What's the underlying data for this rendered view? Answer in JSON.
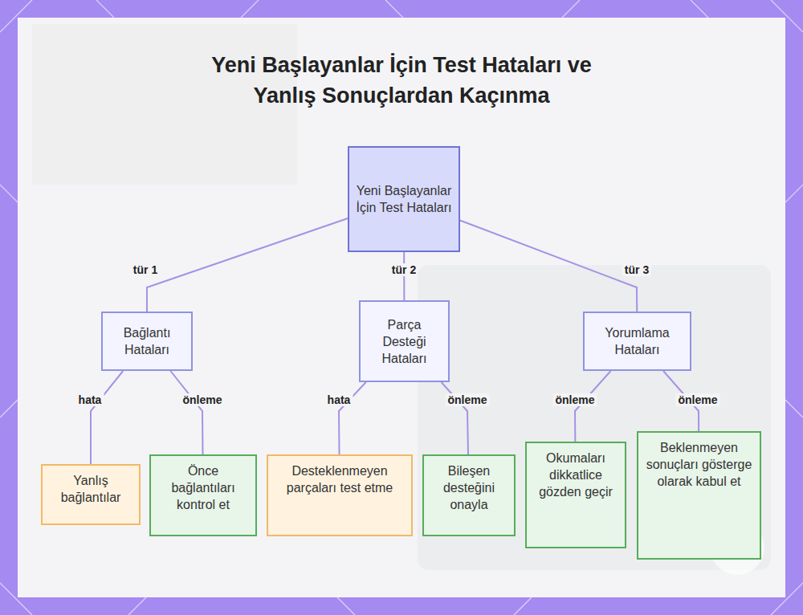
{
  "diagram": {
    "title": "Yeni Başlayanlar İçin Test Hataları ve Yanlış Sonuçlardan Kaçınma",
    "nodes": [
      {
        "text": [
          "Yeni Başlayanlar İçin Test Hataları"
        ]
      },
      {
        "text": [
          "Bağlantı Hataları"
        ]
      },
      {
        "text": [
          "Parça Desteği Hataları"
        ]
      },
      {
        "text": [
          "Yorumlama Hataları"
        ]
      },
      {
        "text": [
          "Yanlış bağlantılar"
        ]
      },
      {
        "text": [
          "Önce bağlantıları kontrol et"
        ]
      },
      {
        "text": [
          "Desteklenmeyen parçaları test etme"
        ]
      },
      {
        "text": [
          "Bileşen desteğini onayla"
        ]
      },
      {
        "text": [
          "Okumaları dikkatlice gözden geçir"
        ]
      },
      {
        "text": [
          "Beklenmeyen sonuçları gösterge olarak kabul et"
        ]
      }
    ],
    "edges": [
      {
        "from": 0,
        "to": 1,
        "label": "tür 1",
        "arrow": "none"
      },
      {
        "from": 0,
        "to": 2,
        "label": "tür 2",
        "arrow": "none"
      },
      {
        "from": 0,
        "to": 3,
        "label": "tür 3",
        "arrow": "none"
      },
      {
        "from": 1,
        "to": 4,
        "label": "hata",
        "arrow": "none"
      },
      {
        "from": 1,
        "to": 5,
        "label": "önleme",
        "arrow": "none"
      },
      {
        "from": 2,
        "to": 6,
        "label": "hata",
        "arrow": "none"
      },
      {
        "from": 2,
        "to": 7,
        "label": "önleme",
        "arrow": "none"
      },
      {
        "from": 3,
        "to": 8,
        "label": "önleme",
        "arrow": "none"
      },
      {
        "from": 3,
        "to": 9,
        "label": "önleme",
        "arrow": "none"
      }
    ]
  }
}
